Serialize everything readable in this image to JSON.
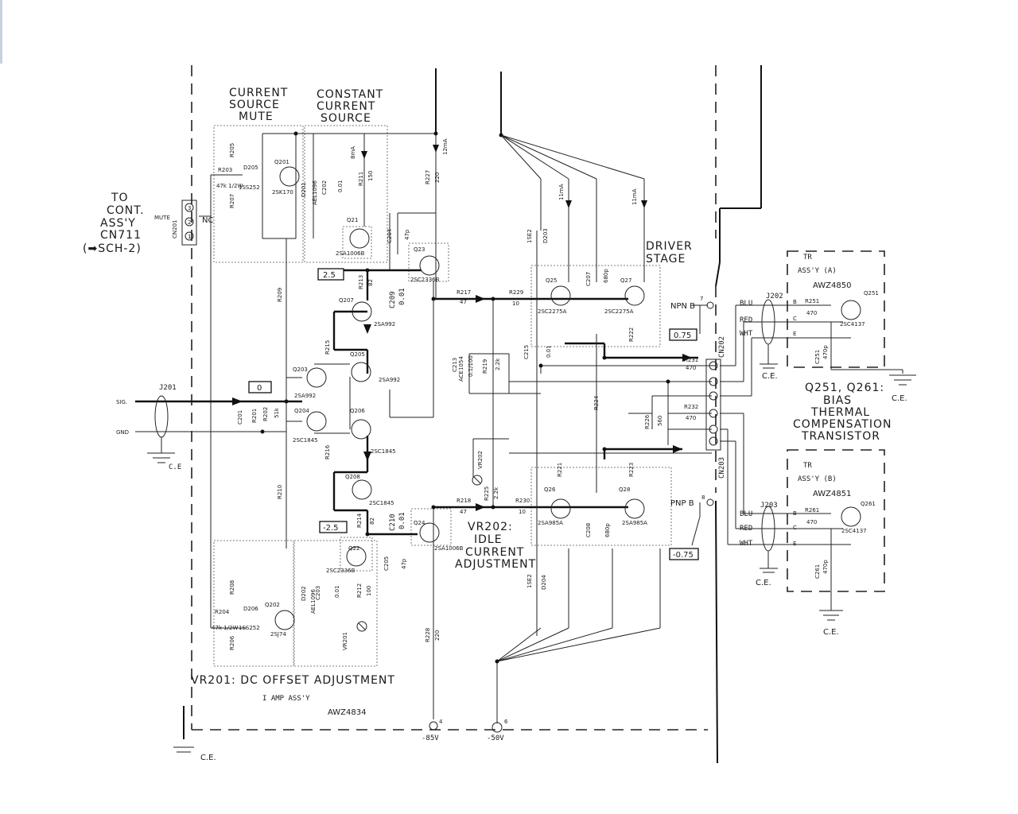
{
  "blocks": {
    "current_source_mute": [
      "CURRENT",
      "SOURCE",
      "MUTE"
    ],
    "constant_current_source": [
      "CONSTANT",
      "CURRENT",
      "SOURCE"
    ],
    "driver_stage": [
      "DRIVER",
      "STAGE"
    ],
    "bias_comp": [
      "Q251, Q261:",
      "BIAS",
      "THERMAL",
      "COMPENSATION",
      "TRANSISTOR"
    ],
    "vr202_label": [
      "VR202:",
      "IDLE",
      "CURRENT",
      "ADJUSTMENT"
    ],
    "vr201_label": "VR201: DC OFFSET ADJUSTMENT"
  },
  "connectors": {
    "to_cont": [
      "TO",
      "CONT.",
      "ASS'Y",
      "CN711",
      "(➡SCH-2)"
    ],
    "mute": "MUTE",
    "nc": "NC",
    "cn201": "CN201",
    "cn202": "CN202",
    "cn203": "CN203",
    "j201": "J201",
    "j202": "J202",
    "j203": "J203",
    "pin_numbers": [
      "3",
      "2",
      "1"
    ]
  },
  "signals": {
    "sig": "SIG.",
    "gnd": "GND",
    "ce_left": "C.E",
    "ce_bottom": "C.E.",
    "ce_right_top": "C.E.",
    "ce_right_bottom": "C.E.",
    "ce_j202": "C.E.",
    "ce_j203": "C.E.",
    "npn_b": "NPN B",
    "pnp_b": "PNP B",
    "pin7": "7",
    "pin8": "8",
    "pin4": "4",
    "pin6": "6",
    "minus85v": "-85V",
    "minus50v": "-50V",
    "blu": "BLU",
    "red": "RED",
    "wht": "WHT",
    "blu2": "BLU",
    "red2": "RED",
    "wht2": "WHT",
    "b": "B",
    "c": "C",
    "e": "E",
    "b2": "B",
    "c2": "C",
    "e2": "E"
  },
  "voltages": {
    "v_plus_2_5": "2.5",
    "v_zero": "0",
    "v_minus_2_5": "-2.5",
    "v_plus_0_75": "0.75",
    "v_minus_0_75": "-0.75"
  },
  "currents": {
    "i8ma": "8mA",
    "i12ma": "12mA",
    "i11ma_a": "11mA",
    "i11ma_b": "11mA"
  },
  "tr_assy_a": {
    "title": "TR",
    "line2": "ASS'Y (A)",
    "code": "AWZ4850"
  },
  "tr_assy_b": {
    "title": "TR",
    "line2": "ASS'Y (B)",
    "code": "AWZ4851"
  },
  "amp_assy": {
    "line1": "I AMP ASS'Y",
    "code": "AWZ4834"
  },
  "transistors": {
    "q201": "Q201",
    "q201p": "2SK170",
    "q202": "Q202",
    "q202p": "2SJ74",
    "q21": "Q21",
    "q21p": "2SA1006B",
    "q22": "Q22",
    "q22p": "2SC2336B",
    "q23": "Q23",
    "q23p": "2SC2336B",
    "q24": "Q24",
    "q24p": "2SA1006B",
    "q203": "Q203",
    "q203p": "2SA992",
    "q204": "Q204",
    "q204p": "2SC1845",
    "q205": "Q205",
    "q205p": "2SA992",
    "q206": "Q206",
    "q206p": "2SC1845",
    "q207": "Q207",
    "q207p": "2SA992",
    "q208": "Q208",
    "q208p": "2SC1845",
    "q25": "Q25",
    "q25p": "2SC2275A",
    "q27": "Q27",
    "q27p": "2SC2275A",
    "q26": "Q26",
    "q26p": "2SA985A",
    "q28": "Q28",
    "q28p": "2SA985A",
    "q251": "Q251",
    "q251p": "2SC4137",
    "q261": "Q261",
    "q261p": "2SC4137"
  },
  "components": {
    "r203": "R203",
    "r203v": "47k 1/2W",
    "r204": "R204",
    "r204v": "47k 1/2W",
    "d205": "D205",
    "d205p": "1SS252",
    "d206": "D206",
    "d206p": "1SS252",
    "d201": "D201",
    "d201p": "AEL1096",
    "d202": "D202",
    "d202p": "AEL1096",
    "c202": "C202",
    "c203": "C203",
    "c202v": "0.01",
    "c203v": "0.01",
    "r211": "R211",
    "r211v": "150",
    "r212": "R212",
    "r212v": "100",
    "r227": "R227",
    "r227v": "220",
    "r228": "R228",
    "r228v": "220",
    "c204": "C204",
    "c204v": "47p",
    "c205": "C205",
    "c205v": "47p",
    "c209": "C209",
    "c209v": "0.01",
    "c210": "C210",
    "c210v": "0.01",
    "r213": "R213",
    "r213v": "82",
    "r214": "R214",
    "r214v": "82",
    "r215": "R215",
    "r216": "R216",
    "r217": "R217",
    "r217v": "47",
    "r218": "R218",
    "r218v": "47",
    "r229": "R229",
    "r229v": "10",
    "r230": "R230",
    "r230v": "10",
    "d203": "D203",
    "d204": "D204",
    "d_part": "1SE2",
    "c213": "C213",
    "c213v": "0.1/100",
    "c213p": "ACE1054",
    "r219": "R219",
    "r219v": "2.2k",
    "c215": "C215",
    "c215v": "0.01",
    "c201": "C201",
    "r201": "R201",
    "r202": "R202",
    "r202v": "51k",
    "r209": "R209",
    "r210": "R210",
    "vr201": "VR201",
    "vr202": "VR202",
    "r225": "R225",
    "r225v": "2.2k",
    "c207": "C207",
    "c207v": "680p",
    "c208": "C208",
    "c208v": "680p",
    "r221": "R221",
    "r222": "R222",
    "r223": "R223",
    "r224": "R224",
    "r226": "R226",
    "r226v": "560",
    "r231": "R231",
    "r231v": "470",
    "r232": "R232",
    "r232v": "470",
    "r251": "R251",
    "r251v": "470",
    "r261": "R261",
    "r261v": "470",
    "c251": "C251",
    "c251v": "470p",
    "c261": "C261",
    "c261v": "470p",
    "r205": "R205",
    "r206": "R206",
    "r207": "R207",
    "r208": "R208"
  }
}
